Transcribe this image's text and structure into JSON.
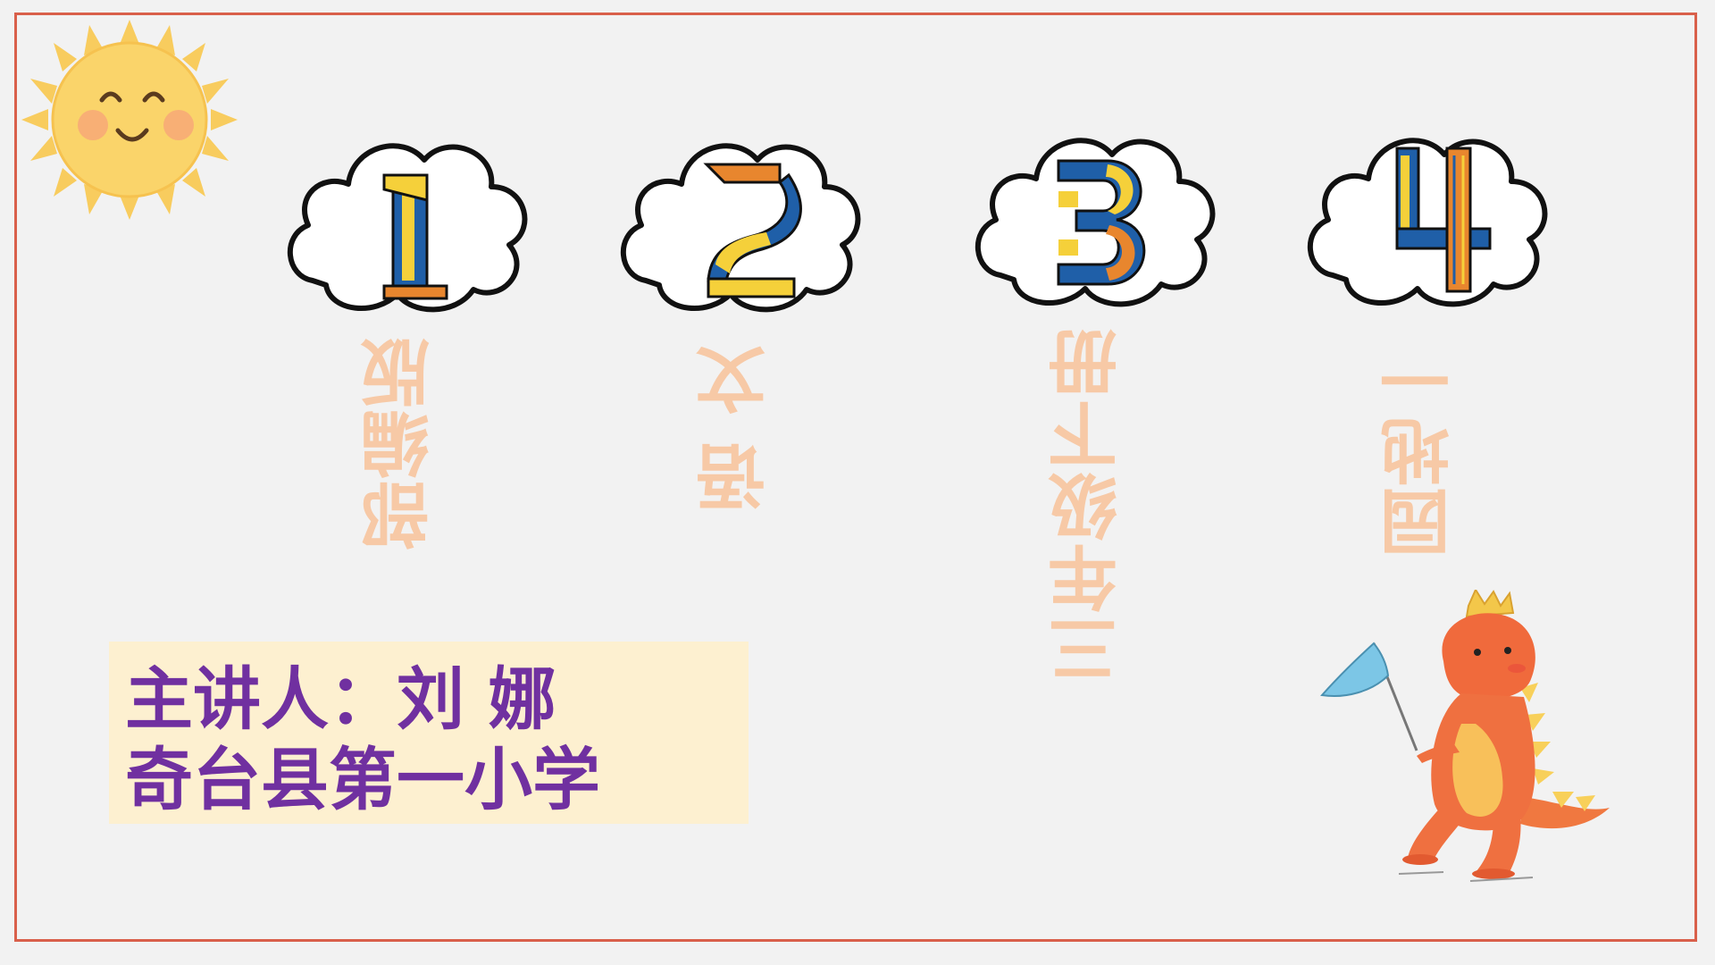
{
  "slide": {
    "numbers": [
      "1",
      "2",
      "3",
      "4"
    ],
    "vertical_titles": [
      "部编版",
      "语 文",
      "三年级下册",
      "园地一"
    ],
    "speaker_line": "主讲人：刘 娜",
    "school_line": "奇台县第一小学"
  },
  "colors": {
    "frame": "#d9604b",
    "title_text": "#f7c9a6",
    "speaker_text": "#7030a0",
    "speaker_box": "#fdf0d0",
    "number_blue": "#1f5fa8",
    "number_orange": "#e8862e",
    "number_yellow": "#f5d03a"
  },
  "icons": {
    "sun": "smiling-sun-icon",
    "cloud": "cloud-icon",
    "dinosaur": "dinosaur-with-net-illustration"
  }
}
